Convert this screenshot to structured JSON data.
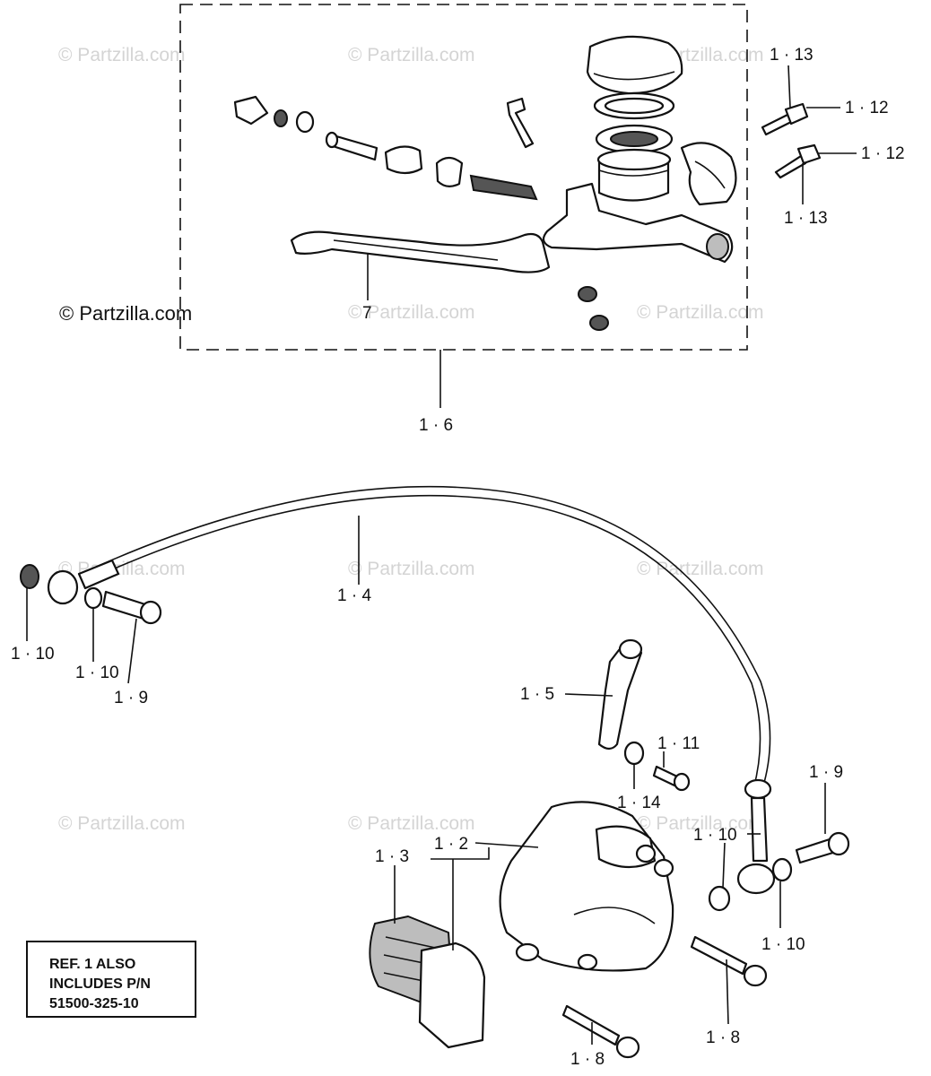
{
  "watermark": "© Partzilla.com",
  "copyright": "© Partzilla.com",
  "note": {
    "lines": [
      "REF. 1 ALSO",
      "INCLUDES P/N",
      "51500-325-10"
    ]
  },
  "callouts": {
    "c_1_13_top": "1 · 13",
    "c_1_12_top": "1 · 12",
    "c_1_12_bot": "1 · 12",
    "c_1_13_bot": "1 · 13",
    "c_7": "7",
    "c_1_6": "1 · 6",
    "c_1_4": "1 · 4",
    "c_1_10_a": "1 · 10",
    "c_1_10_b": "1 · 10",
    "c_1_9_left": "1 · 9",
    "c_1_5": "1 · 5",
    "c_1_11": "1 · 11",
    "c_1_14": "1 · 14",
    "c_1_9_right": "1 · 9",
    "c_1_10_c": "1 · 10",
    "c_1_10_d": "1 · 10",
    "c_1_3": "1 · 3",
    "c_1_2": "1 · 2",
    "c_1_8_left": "1 · 8",
    "c_1_8_right": "1 · 8"
  }
}
